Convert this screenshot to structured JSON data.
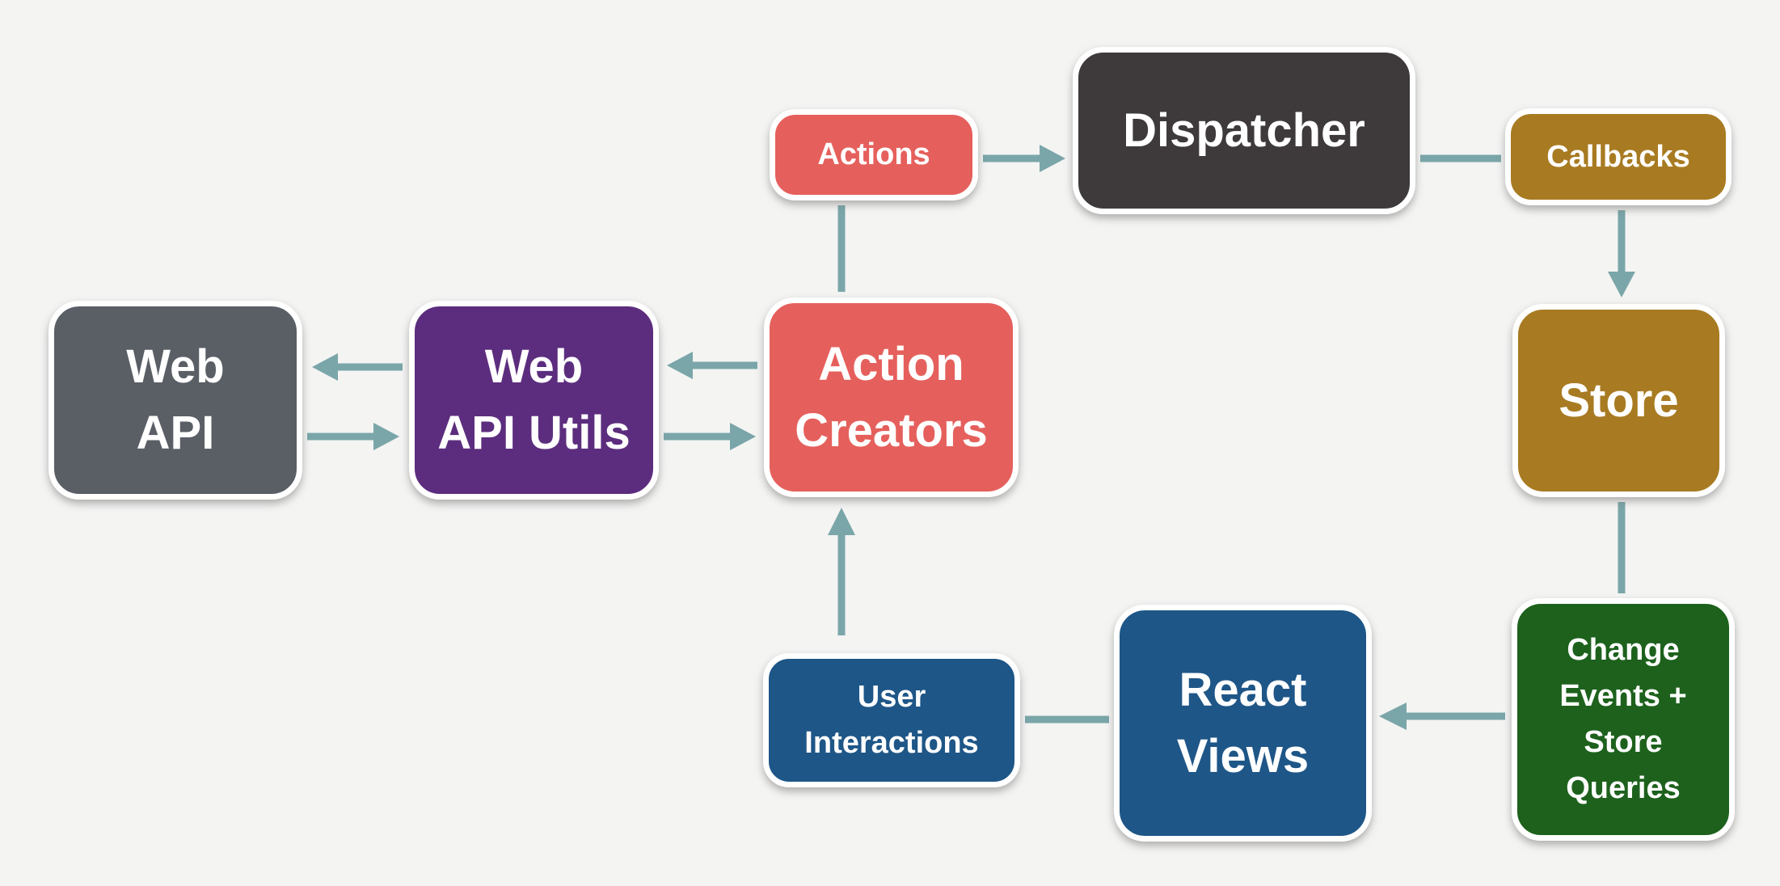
{
  "diagram": {
    "background": "#f4f4f3",
    "palette": {
      "arrow": "#7aa6a9",
      "node_border": "#ffffff",
      "text": "#ffffff",
      "salmon": "#e5605c",
      "dark_gray": "#3e3a3b",
      "gold": "#a87b22",
      "slate_gray": "#5a5f66",
      "purple": "#5c2d7e",
      "blue": "#1e5687",
      "green": "#1d611d"
    },
    "nodes": {
      "actions": {
        "label": "Actions",
        "lines": [
          "Actions"
        ],
        "color": "#e5605c"
      },
      "dispatcher": {
        "label": "Dispatcher",
        "lines": [
          "Dispatcher"
        ],
        "color": "#3e3a3b"
      },
      "callbacks": {
        "label": "Callbacks",
        "lines": [
          "Callbacks"
        ],
        "color": "#a87b22"
      },
      "store": {
        "label": "Store",
        "lines": [
          "Store"
        ],
        "color": "#a87b22"
      },
      "web_api": {
        "label": "Web API",
        "lines": [
          "Web",
          "API"
        ],
        "color": "#5a5f66"
      },
      "web_api_utils": {
        "label": "Web API Utils",
        "lines": [
          "Web",
          "API Utils"
        ],
        "color": "#5c2d7e"
      },
      "action_creators": {
        "label": "Action Creators",
        "lines": [
          "Action",
          "Creators"
        ],
        "color": "#e5605c"
      },
      "user_interactions": {
        "label": "User Interactions",
        "lines": [
          "User",
          "Interactions"
        ],
        "color": "#1e5687"
      },
      "react_views": {
        "label": "React Views",
        "lines": [
          "React",
          "Views"
        ],
        "color": "#1e5687"
      },
      "change_events": {
        "label": "Change Events + Store Queries",
        "lines": [
          "Change",
          "Events +",
          "Store",
          "Queries"
        ],
        "color": "#1d611d"
      }
    },
    "edges": [
      {
        "from": "actions",
        "to": "dispatcher",
        "arrowhead": true
      },
      {
        "from": "dispatcher",
        "to": "callbacks",
        "arrowhead": false
      },
      {
        "from": "callbacks",
        "to": "store",
        "arrowhead": true
      },
      {
        "from": "action_creators",
        "to": "actions",
        "arrowhead": false
      },
      {
        "from": "web_api_utils",
        "to": "web_api",
        "arrowhead": true
      },
      {
        "from": "web_api",
        "to": "web_api_utils",
        "arrowhead": true
      },
      {
        "from": "action_creators",
        "to": "web_api_utils",
        "arrowhead": true
      },
      {
        "from": "web_api_utils",
        "to": "action_creators",
        "arrowhead": true
      },
      {
        "from": "user_interactions",
        "to": "action_creators",
        "arrowhead": true
      },
      {
        "from": "react_views",
        "to": "user_interactions",
        "arrowhead": false
      },
      {
        "from": "change_events",
        "to": "react_views",
        "arrowhead": true
      },
      {
        "from": "store",
        "to": "change_events",
        "arrowhead": false
      }
    ]
  }
}
